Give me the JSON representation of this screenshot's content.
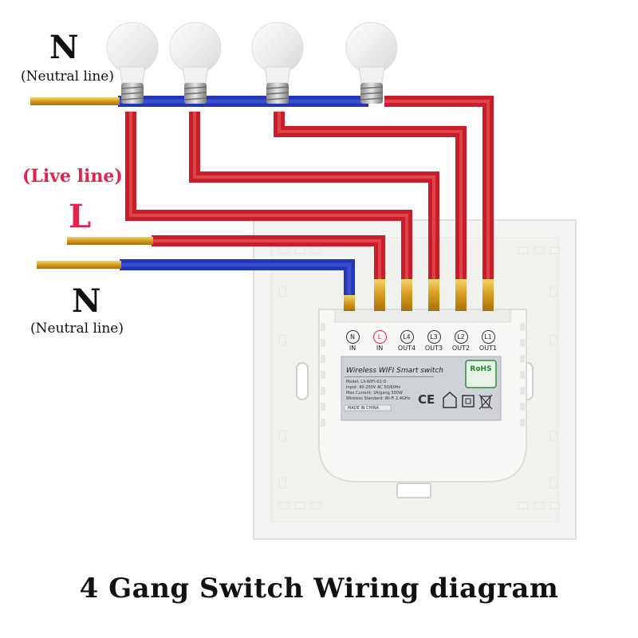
{
  "title": "4 Gang Switch Wiring diagram",
  "labels": {
    "neutral_top_letter": "N",
    "neutral_top_text": "(Neutral line)",
    "live_text": "(Live line)",
    "live_letter": "L",
    "neutral_bottom_letter": "N",
    "neutral_bottom_text": "(Neutral line)"
  },
  "terminals": [
    {
      "symbol": "N",
      "label": "IN"
    },
    {
      "symbol": "L",
      "label": "IN"
    },
    {
      "symbol": "L4",
      "label": "OUT4"
    },
    {
      "symbol": "L3",
      "label": "OUT3"
    },
    {
      "symbol": "L2",
      "label": "OUT2"
    },
    {
      "symbol": "L1",
      "label": "OUT1"
    }
  ],
  "device_label": {
    "title": "Wireless WIFI Smart switch",
    "lines": [
      "Model: LX-WIFI-02-D",
      "Input: 90-250V AC 50/60Hz",
      "Max Current: 2A/gang 300W",
      "Wireless Standard: Wi-Fi 2.4GHz"
    ],
    "made_in": "MADE IN CHINA",
    "rohs": "RoHS",
    "ce": "CE"
  },
  "colors": {
    "live_wire": "#d8222e",
    "neutral_wire": "#2f3fc4",
    "live_text": "#e0234f",
    "copper": "#d9a520",
    "plate": "#f3f3f1"
  },
  "icons": [
    "light-bulb-icon",
    "rohs-icon",
    "ce-mark-icon",
    "house-icon",
    "square-icon",
    "weee-bin-icon"
  ]
}
